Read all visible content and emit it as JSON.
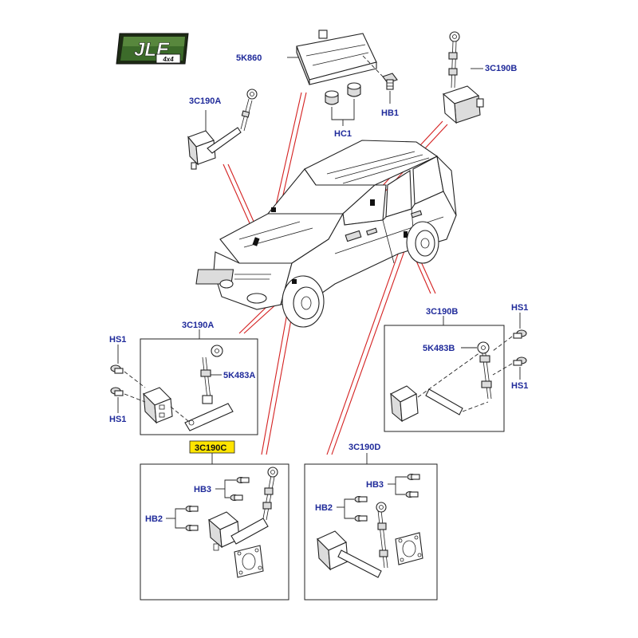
{
  "logo": {
    "text": "JLE",
    "subtext": "4x4"
  },
  "labels": {
    "ecu": "5K860",
    "sensor_front_top": "3C190A",
    "sensor_rear_top": "3C190B",
    "bolt_hb1": "HB1",
    "nut_hc1": "HC1",
    "box_front": "3C190A",
    "link_front": "5K483A",
    "screw_hs1_a": "HS1",
    "screw_hs1_b": "HS1",
    "box_rear": "3C190B",
    "link_rear": "5K483B",
    "screw_hs1_c": "HS1",
    "screw_hs1_d": "HS1",
    "box_c": "3C190C",
    "hb3_c": "HB3",
    "hb2_c": "HB2",
    "box_d": "3C190D",
    "hb3_d": "HB3",
    "hb2_d": "HB2"
  },
  "colors": {
    "callout_text": "#1f2a9a",
    "leader_red": "#d42020",
    "highlight_fill": "#ffe400",
    "logo_green": "#3c6b2a"
  }
}
